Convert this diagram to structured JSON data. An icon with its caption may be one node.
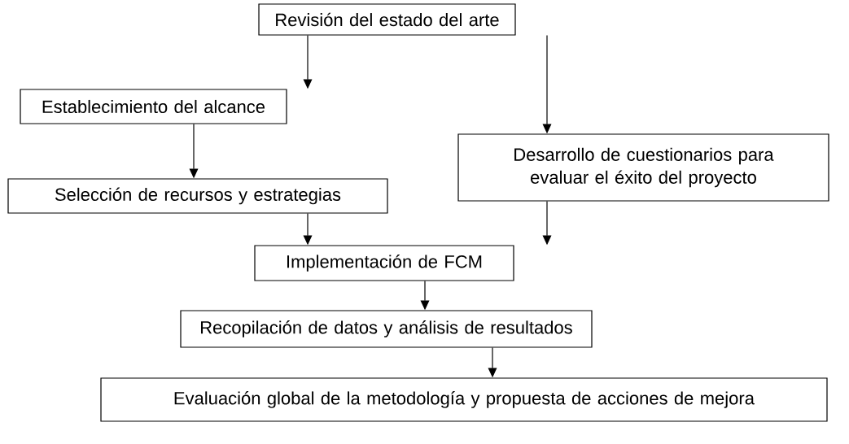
{
  "diagram": {
    "nodes": [
      {
        "text": [
          "Revisión del estado del arte"
        ]
      },
      {
        "text": [
          "Establecimiento del alcance"
        ]
      },
      {
        "text": [
          "Desarrollo de cuestionarios para evaluar el éxito del proyecto"
        ]
      },
      {
        "text": [
          "Selección de recursos y estrategias"
        ]
      },
      {
        "text": [
          "Implementación de FCM"
        ]
      },
      {
        "text": [
          "Recopilación de datos y análisis de resultados"
        ]
      },
      {
        "text": [
          "Evaluación global de la metodología y propuesta de acciones de mejora"
        ]
      }
    ],
    "edges": [
      {
        "from": 0,
        "to": 1,
        "arrow": "to"
      },
      {
        "from": 0,
        "to": 2,
        "arrow": "to"
      },
      {
        "from": 1,
        "to": 3,
        "arrow": "to"
      },
      {
        "from": 3,
        "to": 4,
        "arrow": "to"
      },
      {
        "from": 2,
        "to": 4,
        "arrow": "to"
      },
      {
        "from": 4,
        "to": 5,
        "arrow": "to"
      },
      {
        "from": 5,
        "to": 6,
        "arrow": "to"
      }
    ]
  }
}
